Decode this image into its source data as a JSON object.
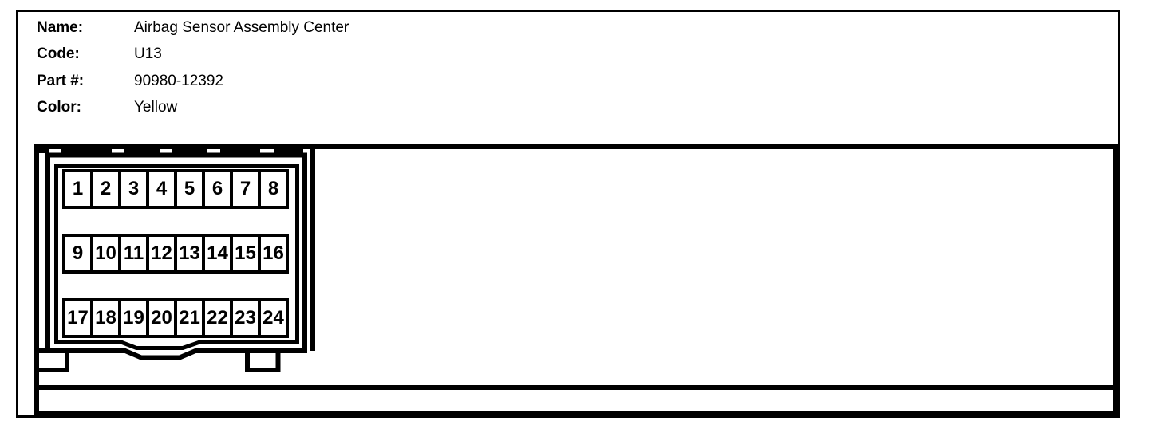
{
  "page": {
    "background_color": "#ffffff",
    "line_color": "#000000"
  },
  "header": {
    "fields": [
      {
        "label": "Name:",
        "value": "Airbag Sensor Assembly Center"
      },
      {
        "label": "Code:",
        "value": "U13"
      },
      {
        "label": "Part #:",
        "value": "90980-12392"
      },
      {
        "label": "Color:",
        "value": "Yellow"
      }
    ]
  },
  "connector": {
    "pin_rows": [
      [
        "1",
        "2",
        "3",
        "4",
        "5",
        "6",
        "7",
        "8"
      ],
      [
        "9",
        "10",
        "11",
        "12",
        "13",
        "14",
        "15",
        "16"
      ],
      [
        "17",
        "18",
        "19",
        "20",
        "21",
        "22",
        "23",
        "24"
      ]
    ]
  }
}
